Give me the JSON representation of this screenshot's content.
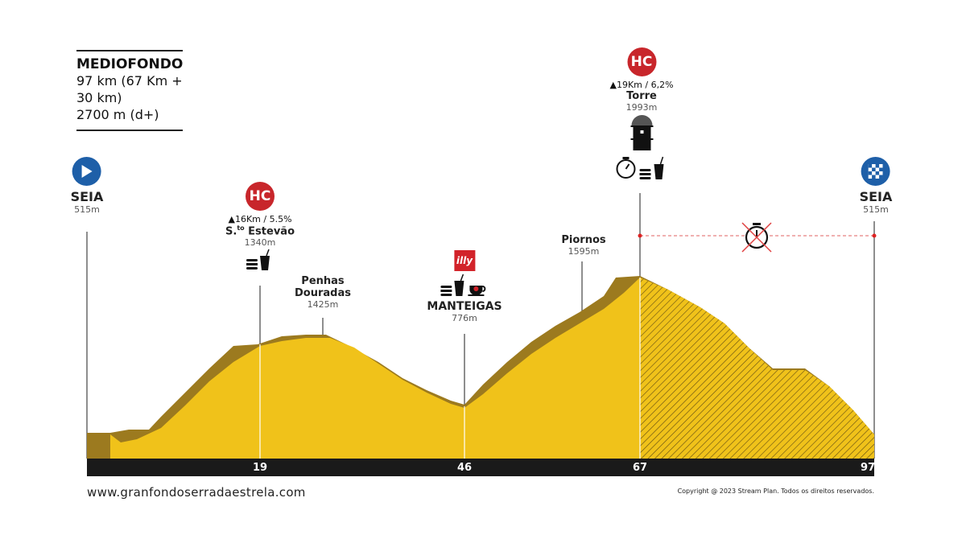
{
  "title": {
    "name": "MEDIOFONDO",
    "distance": "97 km (67 Km + 30 km)",
    "elevation": "2700 m (d+)"
  },
  "points": [
    {
      "name": "SEIA",
      "elevation": "515m",
      "icon": "play-icon"
    },
    {
      "badge": "HC",
      "climb": "▲16Km / 5.5%",
      "name": "S.to Estevão",
      "name_prefix": "S.",
      "name_sup": "to",
      "name_rest": " Estevão",
      "elevation": "1340m"
    },
    {
      "name": "Penhas Douradas",
      "name_l1": "Penhas",
      "name_l2": "Douradas",
      "elevation": "1425m"
    },
    {
      "sponsor": "illy",
      "name": "MANTEIGAS",
      "elevation": "776m"
    },
    {
      "name": "Piornos",
      "elevation": "1595m"
    },
    {
      "badge": "HC",
      "climb": "▲19Km / 6,2%",
      "name": "Torre",
      "elevation": "1993m"
    },
    {
      "name": "SEIA",
      "elevation": "515m",
      "icon": "checkered-flag-icon"
    }
  ],
  "km_marks": [
    "19",
    "46",
    "67",
    "97"
  ],
  "footer": {
    "url": "www.granfondoserradaestrela.com",
    "copyright": "Copyright @ 2023 Stream Plan. Todos os direitos reservados."
  },
  "colors": {
    "terrain": "#f0c21a",
    "shadow": "#9c7a1f",
    "badge": "#c8262b",
    "start": "#1e5fa8",
    "axis": "#1a1a1a"
  }
}
